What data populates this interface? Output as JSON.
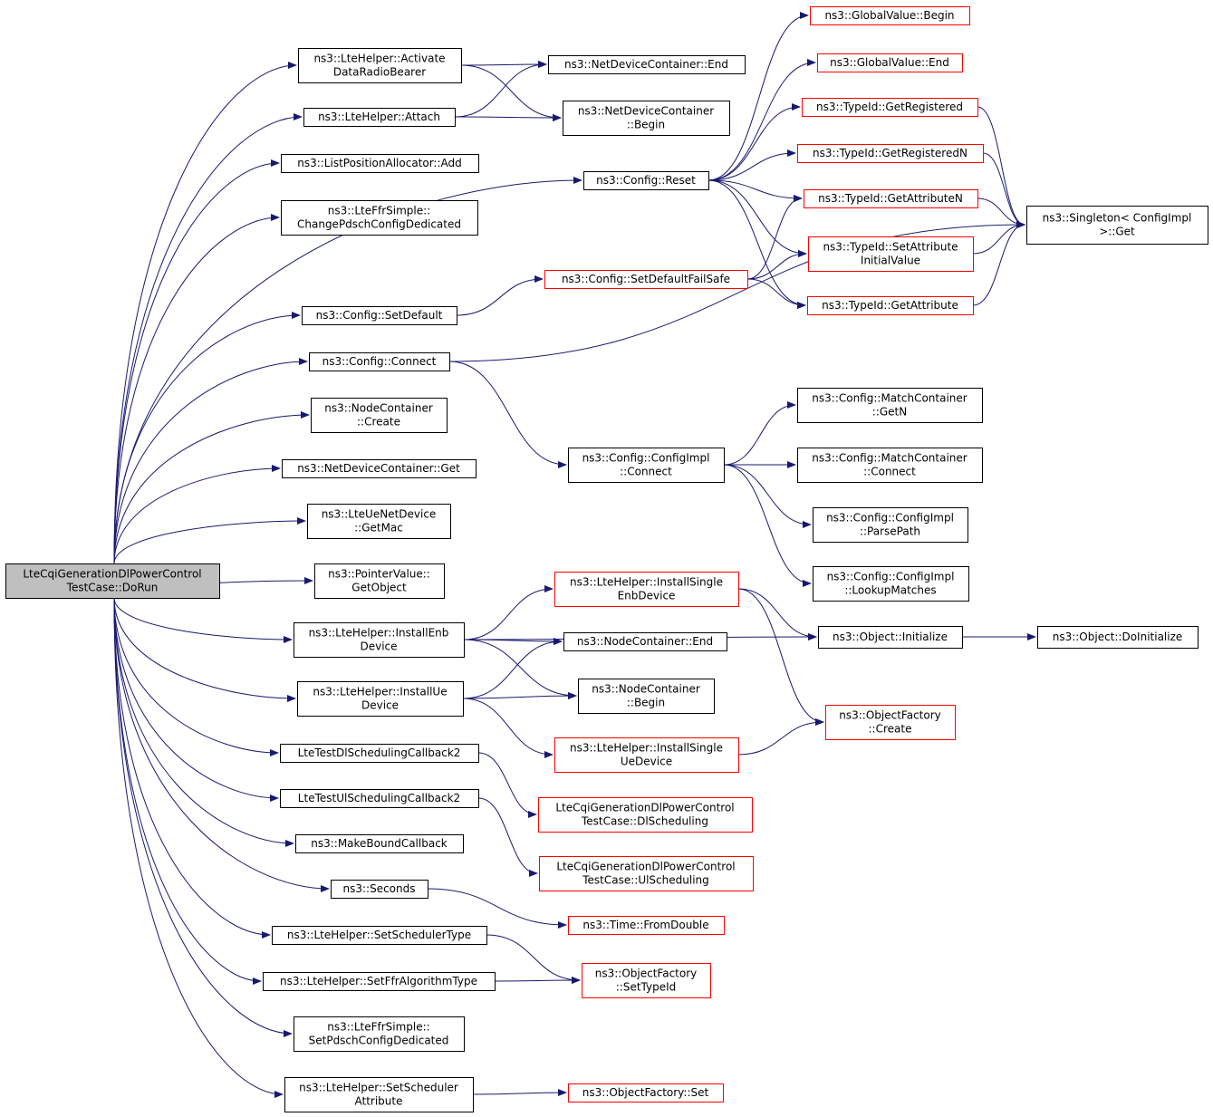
{
  "colors": {
    "edge": "#191970",
    "normal_border": "#000000",
    "missing_border": "#ff0000",
    "root_fill": "#bfbfbf"
  },
  "nodes": {
    "root": {
      "lines": [
        "LteCqiGenerationDlPowerControl",
        "TestCase::DoRun"
      ],
      "style": "root"
    },
    "activate": {
      "lines": [
        "ns3::LteHelper::Activate",
        "DataRadioBearer"
      ]
    },
    "attach": {
      "lines": [
        "ns3::LteHelper::Attach"
      ]
    },
    "lpaAdd": {
      "lines": [
        "ns3::ListPositionAllocator::Add"
      ]
    },
    "changePdsch": {
      "lines": [
        "ns3::LteFfrSimple::",
        "ChangePdschConfigDedicated"
      ]
    },
    "setDefault": {
      "lines": [
        "ns3::Config::SetDefault"
      ]
    },
    "connect": {
      "lines": [
        "ns3::Config::Connect"
      ]
    },
    "ncCreate": {
      "lines": [
        "ns3::NodeContainer",
        "::Create"
      ]
    },
    "ndcGet": {
      "lines": [
        "ns3::NetDeviceContainer::Get"
      ]
    },
    "getMac": {
      "lines": [
        "ns3::LteUeNetDevice",
        "::GetMac"
      ]
    },
    "getObject": {
      "lines": [
        "ns3::PointerValue::",
        "GetObject"
      ]
    },
    "installEnb": {
      "lines": [
        "ns3::LteHelper::InstallEnb",
        "Device"
      ]
    },
    "installUe": {
      "lines": [
        "ns3::LteHelper::InstallUe",
        "Device"
      ]
    },
    "dlCb": {
      "lines": [
        "LteTestDlSchedulingCallback2"
      ]
    },
    "ulCb": {
      "lines": [
        "LteTestUlSchedulingCallback2"
      ]
    },
    "makeBound": {
      "lines": [
        "ns3::MakeBoundCallback"
      ]
    },
    "seconds": {
      "lines": [
        "ns3::Seconds"
      ]
    },
    "setSchedType": {
      "lines": [
        "ns3::LteHelper::SetSchedulerType"
      ]
    },
    "setFfrType": {
      "lines": [
        "ns3::LteHelper::SetFfrAlgorithmType"
      ]
    },
    "setPdsch": {
      "lines": [
        "ns3::LteFfrSimple::",
        "SetPdschConfigDedicated"
      ]
    },
    "setSchedAttr": {
      "lines": [
        "ns3::LteHelper::SetScheduler",
        "Attribute"
      ]
    },
    "ndcEnd": {
      "lines": [
        "ns3::NetDeviceContainer::End"
      ]
    },
    "ndcBegin": {
      "lines": [
        "ns3::NetDeviceContainer",
        "::Begin"
      ]
    },
    "cfgReset": {
      "lines": [
        "ns3::Config::Reset"
      ]
    },
    "setDefaultFS": {
      "lines": [
        "ns3::Config::SetDefaultFailSafe"
      ],
      "style": "red"
    },
    "cfgImplConnect": {
      "lines": [
        "ns3::Config::ConfigImpl",
        "::Connect"
      ]
    },
    "installSingleEnb": {
      "lines": [
        "ns3::LteHelper::InstallSingle",
        "EnbDevice"
      ],
      "style": "red"
    },
    "ncEnd": {
      "lines": [
        "ns3::NodeContainer::End"
      ]
    },
    "ncBegin": {
      "lines": [
        "ns3::NodeContainer",
        "::Begin"
      ]
    },
    "installSingleUe": {
      "lines": [
        "ns3::LteHelper::InstallSingle",
        "UeDevice"
      ],
      "style": "red"
    },
    "dlSched": {
      "lines": [
        "LteCqiGenerationDlPowerControl",
        "TestCase::DlScheduling"
      ],
      "style": "red"
    },
    "ulSched": {
      "lines": [
        "LteCqiGenerationDlPowerControl",
        "TestCase::UlScheduling"
      ],
      "style": "red"
    },
    "fromDouble": {
      "lines": [
        "ns3::Time::FromDouble"
      ],
      "style": "red"
    },
    "ofSetTypeId": {
      "lines": [
        "ns3::ObjectFactory",
        "::SetTypeId"
      ],
      "style": "red"
    },
    "ofSet": {
      "lines": [
        "ns3::ObjectFactory::Set"
      ],
      "style": "red"
    },
    "gvBegin": {
      "lines": [
        "ns3::GlobalValue::Begin"
      ],
      "style": "red"
    },
    "gvEnd": {
      "lines": [
        "ns3::GlobalValue::End"
      ],
      "style": "red"
    },
    "getRegistered": {
      "lines": [
        "ns3::TypeId::GetRegistered"
      ],
      "style": "red"
    },
    "getRegisteredN": {
      "lines": [
        "ns3::TypeId::GetRegisteredN"
      ],
      "style": "red"
    },
    "getAttributeN": {
      "lines": [
        "ns3::TypeId::GetAttributeN"
      ],
      "style": "red"
    },
    "setAttrInit": {
      "lines": [
        "ns3::TypeId::SetAttribute",
        "InitialValue"
      ],
      "style": "red"
    },
    "getAttribute": {
      "lines": [
        "ns3::TypeId::GetAttribute"
      ],
      "style": "red"
    },
    "singletonGet": {
      "lines": [
        "ns3::Singleton< ConfigImpl",
        " >::Get"
      ]
    },
    "mcGetN": {
      "lines": [
        "ns3::Config::MatchContainer",
        "::GetN"
      ]
    },
    "mcConnect": {
      "lines": [
        "ns3::Config::MatchContainer",
        "::Connect"
      ]
    },
    "parsePath": {
      "lines": [
        "ns3::Config::ConfigImpl",
        "::ParsePath"
      ]
    },
    "lookupMatches": {
      "lines": [
        "ns3::Config::ConfigImpl",
        "::LookupMatches"
      ]
    },
    "objInit": {
      "lines": [
        "ns3::Object::Initialize"
      ]
    },
    "objDoInit": {
      "lines": [
        "ns3::Object::DoInitialize"
      ]
    },
    "ofCreate": {
      "lines": [
        "ns3::ObjectFactory",
        "::Create"
      ],
      "style": "red"
    }
  },
  "edges": [
    [
      "root",
      "activate"
    ],
    [
      "root",
      "attach"
    ],
    [
      "root",
      "lpaAdd"
    ],
    [
      "root",
      "changePdsch"
    ],
    [
      "root",
      "cfgReset"
    ],
    [
      "root",
      "setDefault"
    ],
    [
      "root",
      "connect"
    ],
    [
      "root",
      "ncCreate"
    ],
    [
      "root",
      "ndcGet"
    ],
    [
      "root",
      "getMac"
    ],
    [
      "root",
      "getObject"
    ],
    [
      "root",
      "installEnb"
    ],
    [
      "root",
      "installUe"
    ],
    [
      "root",
      "dlCb"
    ],
    [
      "root",
      "ulCb"
    ],
    [
      "root",
      "makeBound"
    ],
    [
      "root",
      "seconds"
    ],
    [
      "root",
      "setSchedType"
    ],
    [
      "root",
      "setFfrType"
    ],
    [
      "root",
      "setPdsch"
    ],
    [
      "root",
      "setSchedAttr"
    ],
    [
      "activate",
      "ndcEnd"
    ],
    [
      "activate",
      "ndcBegin"
    ],
    [
      "attach",
      "ndcEnd"
    ],
    [
      "attach",
      "ndcBegin"
    ],
    [
      "cfgReset",
      "gvBegin"
    ],
    [
      "cfgReset",
      "gvEnd"
    ],
    [
      "cfgReset",
      "getRegistered"
    ],
    [
      "cfgReset",
      "getRegisteredN"
    ],
    [
      "cfgReset",
      "getAttributeN"
    ],
    [
      "cfgReset",
      "setAttrInit"
    ],
    [
      "cfgReset",
      "getAttribute"
    ],
    [
      "setDefault",
      "setDefaultFS"
    ],
    [
      "setDefaultFS",
      "getAttributeN"
    ],
    [
      "setDefaultFS",
      "setAttrInit"
    ],
    [
      "setDefaultFS",
      "getAttribute"
    ],
    [
      "getRegistered",
      "singletonGet"
    ],
    [
      "getRegisteredN",
      "singletonGet"
    ],
    [
      "getAttributeN",
      "singletonGet"
    ],
    [
      "setAttrInit",
      "singletonGet"
    ],
    [
      "getAttribute",
      "singletonGet"
    ],
    [
      "connect",
      "singletonGet"
    ],
    [
      "connect",
      "cfgImplConnect"
    ],
    [
      "cfgImplConnect",
      "mcGetN"
    ],
    [
      "cfgImplConnect",
      "mcConnect"
    ],
    [
      "cfgImplConnect",
      "parsePath"
    ],
    [
      "cfgImplConnect",
      "lookupMatches"
    ],
    [
      "installEnb",
      "installSingleEnb"
    ],
    [
      "installEnb",
      "objInit"
    ],
    [
      "installEnb",
      "ncEnd"
    ],
    [
      "installEnb",
      "ncBegin"
    ],
    [
      "installSingleEnb",
      "objInit"
    ],
    [
      "installSingleEnb",
      "ofCreate"
    ],
    [
      "objInit",
      "objDoInit"
    ],
    [
      "installUe",
      "ncEnd"
    ],
    [
      "installUe",
      "ncBegin"
    ],
    [
      "installUe",
      "installSingleUe"
    ],
    [
      "installSingleUe",
      "ofCreate"
    ],
    [
      "dlCb",
      "dlSched"
    ],
    [
      "ulCb",
      "ulSched"
    ],
    [
      "seconds",
      "fromDouble"
    ],
    [
      "setSchedType",
      "ofSetTypeId"
    ],
    [
      "setFfrType",
      "ofSetTypeId"
    ],
    [
      "setSchedAttr",
      "ofSet"
    ]
  ]
}
